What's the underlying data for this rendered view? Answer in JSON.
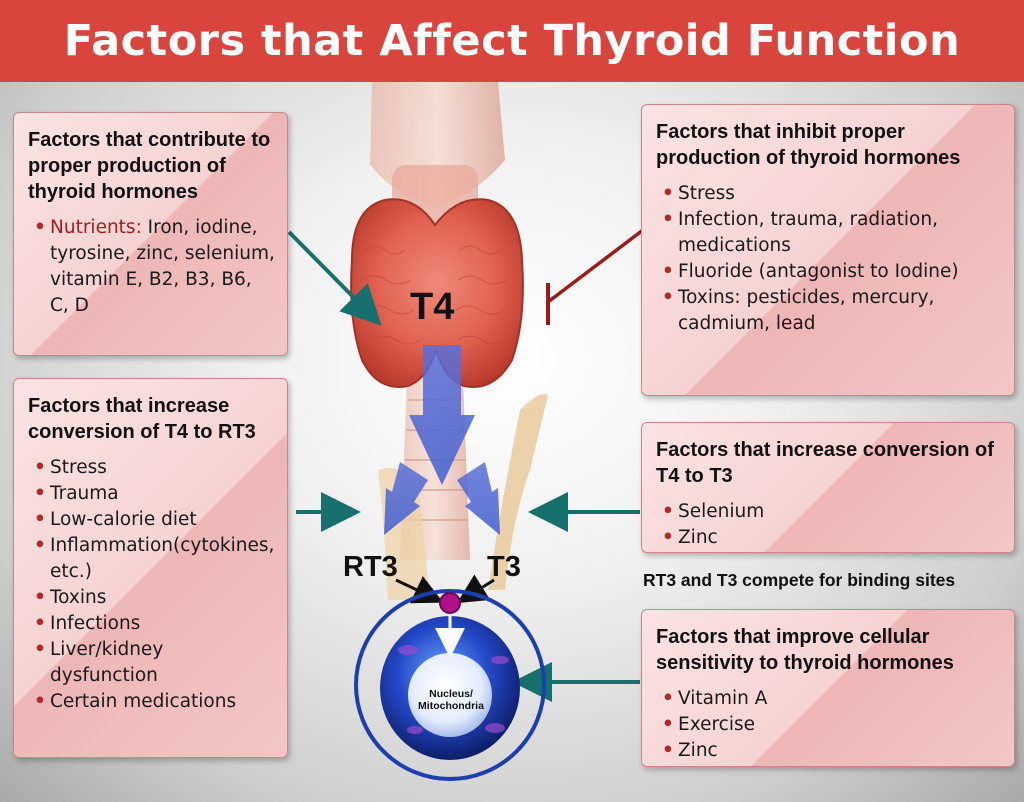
{
  "title": "Factors that Affect Thyroid Function",
  "boxes": {
    "contribute": {
      "heading": "Factors that contribute to proper production of thyroid hormones",
      "nutrients_key": "Nutrients:",
      "nutrients_value": " Iron, iodine, tyrosine, zinc, selenium, vitamin E, B2, B3, B6, C, D"
    },
    "inhibit": {
      "heading": "Factors that inhibit proper production of thyroid hormones",
      "items": [
        "Stress",
        "Infection, trauma, radiation, medications",
        "Fluoride (antagonist to Iodine)",
        "Toxins: pesticides, mercury, cadmium, lead"
      ]
    },
    "increase_rt3": {
      "heading": "Factors that increase conversion of T4 to RT3",
      "items": [
        "Stress",
        "Trauma",
        "Low-calorie diet",
        "Inflammation(cytokines, etc.)",
        "Toxins",
        "Infections",
        "Liver/kidney dysfunction",
        "Certain medications"
      ]
    },
    "increase_t3": {
      "heading": "Factors that increase conversion of T4 to T3",
      "items": [
        "Selenium",
        "Zinc"
      ]
    },
    "sensitivity": {
      "heading": "Factors that improve cellular sensitivity to thyroid hormones",
      "items": [
        "Vitamin A",
        "Exercise",
        "Zinc"
      ]
    }
  },
  "labels": {
    "t4": "T4",
    "rt3": "RT3",
    "t3": "T3",
    "nucleus": "Nucleus/",
    "mitochondria": "Mitochondria",
    "compete_note": "RT3 and T3 compete for binding sites"
  },
  "colors": {
    "title_bg": "#d9443d",
    "box_bg": "#f6d3d3",
    "bullet": "#b42828",
    "arrow_teal": "#17706e",
    "inhibit_line": "#9b1b1b"
  }
}
